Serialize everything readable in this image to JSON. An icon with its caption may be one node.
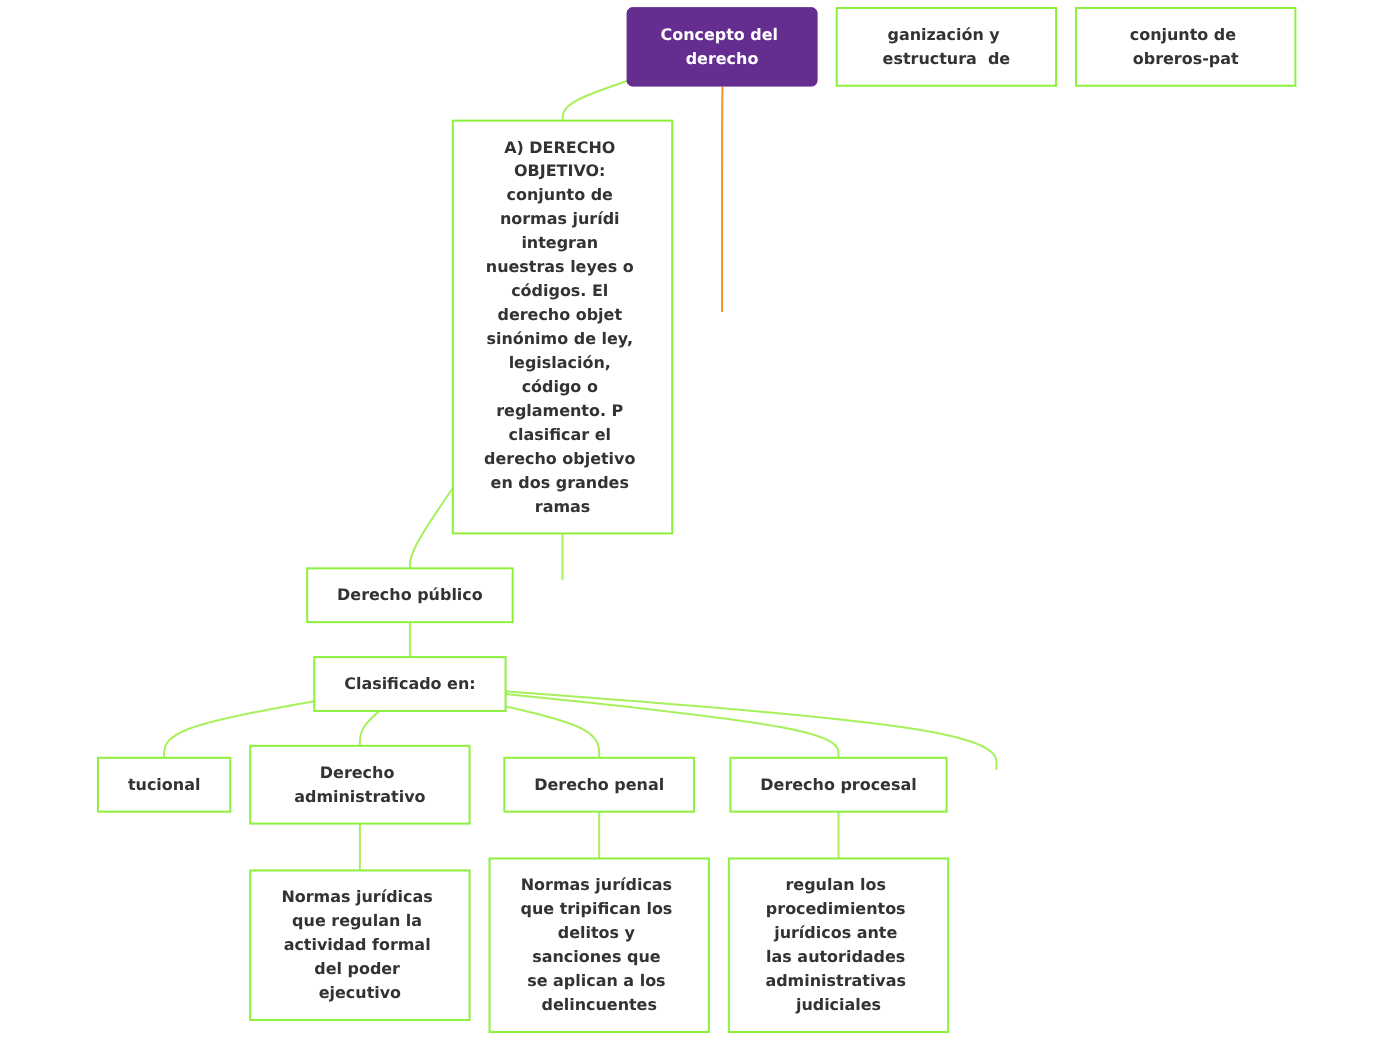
{
  "diagram": {
    "nodes": [
      {
        "text": [
          "Concepto del derecho"
        ]
      },
      {
        "text": [
          "A) DERECHO OBJETIVO: conjunto de normas jurídi integran nuestras leyes o códigos. El derecho objet sinónimo de ley, legislación, código o reglamento. P clasificar el derecho objetivo en dos grandes ramas"
        ]
      },
      {
        "text": [
          "Derecho público"
        ]
      },
      {
        "text": [
          "Clasificado en:"
        ]
      },
      {
        "text": [
          "tucional"
        ]
      },
      {
        "text": [
          "Derecho administrativo"
        ]
      },
      {
        "text": [
          "Derecho penal"
        ]
      },
      {
        "text": [
          "Derecho procesal"
        ]
      },
      {
        "text": [
          "ganización y estructura  de"
        ]
      },
      {
        "text": [
          "Normas jurídicas que regulan la actividad formal del poder ejecutivo"
        ]
      },
      {
        "text": [
          "Normas jurídicas que tripifican los delitos y sanciones que se aplican a los delincuentes"
        ]
      },
      {
        "text": [
          "regulan los procedimientos jurídicos ante las autoridades administrativas judiciales"
        ]
      },
      {
        "text": [
          "conjunto de obreros-pat"
        ]
      }
    ],
    "edges": [
      {
        "from": 0,
        "to": null,
        "arrow": "none",
        "color": "#f7941d"
      },
      {
        "from": 0,
        "to": 1,
        "arrow": "none"
      },
      {
        "from": 1,
        "to": 2,
        "arrow": "none"
      },
      {
        "from": 1,
        "to": null,
        "arrow": "none"
      },
      {
        "from": 2,
        "to": 3,
        "arrow": "none"
      },
      {
        "from": 3,
        "to": 4,
        "arrow": "none"
      },
      {
        "from": 3,
        "to": 5,
        "arrow": "none"
      },
      {
        "from": 3,
        "to": 6,
        "arrow": "none"
      },
      {
        "from": 3,
        "to": 7,
        "arrow": "none"
      },
      {
        "from": 3,
        "to": null,
        "arrow": "none"
      },
      {
        "from": 5,
        "to": 9,
        "arrow": "none"
      },
      {
        "from": 6,
        "to": 10,
        "arrow": "none"
      },
      {
        "from": 7,
        "to": 11,
        "arrow": "none"
      }
    ]
  }
}
